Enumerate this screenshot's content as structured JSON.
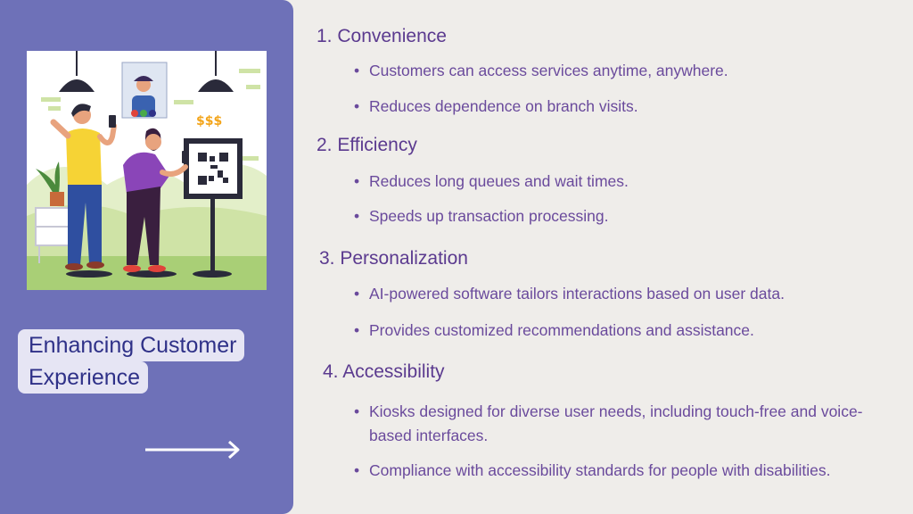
{
  "slide": {
    "title_line1": "Enhancing Customer",
    "title_line2": "Experience"
  },
  "sections": [
    {
      "heading": "1. Convenience",
      "bullets": [
        "Customers can access services anytime, anywhere.",
        "Reduces dependence on branch visits."
      ]
    },
    {
      "heading": "2. Efficiency",
      "bullets": [
        "Reduces long queues and wait times.",
        "Speeds up transaction processing."
      ]
    },
    {
      "heading": "3. Personalization",
      "bullets": [
        "AI-powered software tailors interactions based on user data.",
        "Provides customized recommendations and assistance."
      ]
    },
    {
      "heading": "4. Accessibility",
      "bullets": [
        "Kiosks designed for diverse user needs, including touch-free and voice-based interfaces.",
        "Compliance with accessibility standards for people with disabilities."
      ]
    }
  ],
  "illustration": {
    "currency_text": "$$$"
  },
  "colors": {
    "panel": "#6e71b8",
    "title_bg": "#e6e5f4",
    "title_text": "#2f3188",
    "heading": "#5b3a8f",
    "bullet": "#6a4a9c",
    "background": "#efedea"
  },
  "icons": [
    "arrow-right-icon",
    "qr-code-icon",
    "pendant-lamp-icon",
    "plant-icon"
  ]
}
